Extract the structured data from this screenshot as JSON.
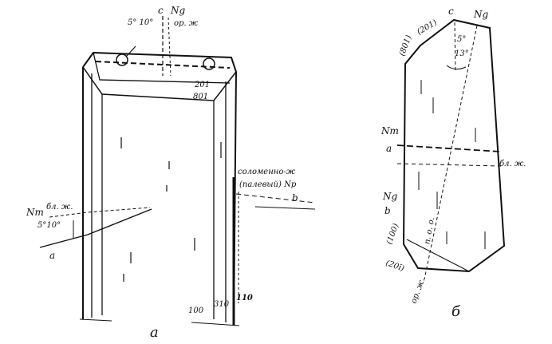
{
  "figure_a": {
    "caption": "а",
    "axis_c": "c",
    "axis_ng": "Ng",
    "angle_top": "5° 10°",
    "color_top": "ор. ж",
    "face_201": "201",
    "face_801": "801",
    "axis_nm": "Nm",
    "color_nm": "бл. ж.",
    "angle_left": "5°10°",
    "axis_a": "a",
    "color_np_line1": "соломенно-ж",
    "color_np_line2": "(палевый) Np",
    "axis_b": "b",
    "face_100": "100",
    "face_310": "310",
    "face_110": "110"
  },
  "figure_b": {
    "caption": "б",
    "axis_c": "c",
    "axis_ng": "Ng",
    "face_801": "(801)",
    "face_201_top": "(201)",
    "angle_1": "5°",
    "angle_2": "13°",
    "axis_nm": "Nm",
    "axis_a": "a",
    "color_right": "бл. ж.",
    "axis_ng_left": "Ng",
    "axis_b": "b",
    "face_100": "(100)",
    "color_diag": "п. о. о.",
    "face_201_bottom": "(20ī)",
    "color_bottom": "ор. ж."
  }
}
